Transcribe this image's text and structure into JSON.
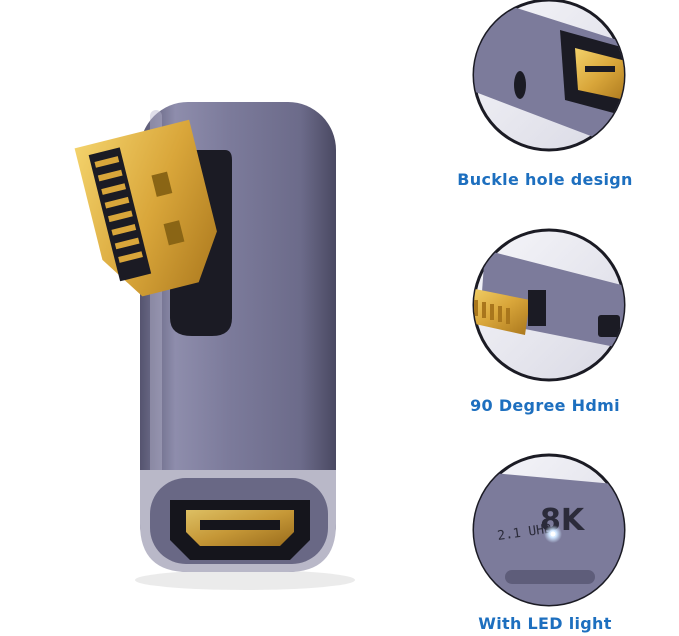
{
  "features": [
    {
      "label": "Buckle hole design"
    },
    {
      "label": "90 Degree Hdmi"
    },
    {
      "label": "With LED light"
    }
  ],
  "badge": {
    "big": "8K",
    "small": "2.1 UHD"
  },
  "colors": {
    "body": "#7c7b9b",
    "label": "#1d6fbf",
    "gold": "#d9a63a",
    "dark": "#1b1b24"
  }
}
